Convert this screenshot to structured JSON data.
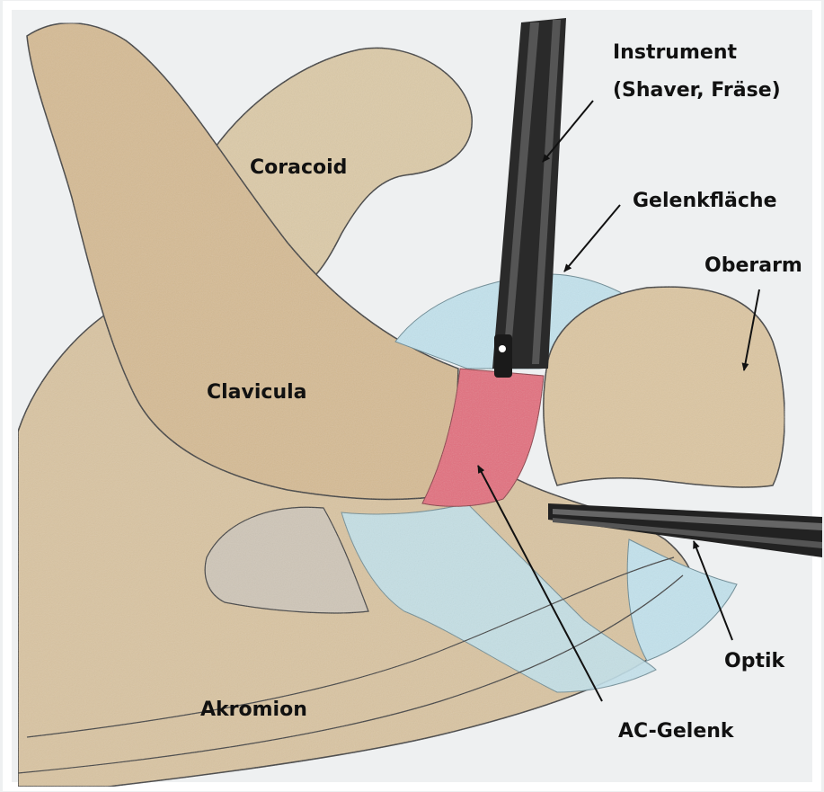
{
  "labels": {
    "instrument_line1": "Instrument",
    "instrument_line2": "(Shaver, Fräse)",
    "gelenkflaeche": "Gelenkfläche",
    "oberarm": "Oberarm",
    "coracoid": "Coracoid",
    "clavicula": "Clavicula",
    "akromion": "Akromion",
    "optik": "Optik",
    "ac_gelenk": "AC-Gelenk"
  },
  "colors": {
    "paper": "#eef0f1",
    "bone": "#d8c2a0",
    "bone_shade": "#c7a77c",
    "cartilage_blue": "#bfe0ea",
    "ac_joint_red": "#e0707e",
    "outline": "#3a3a3a",
    "instrument": "#1c1c1c",
    "text": "#111111"
  }
}
